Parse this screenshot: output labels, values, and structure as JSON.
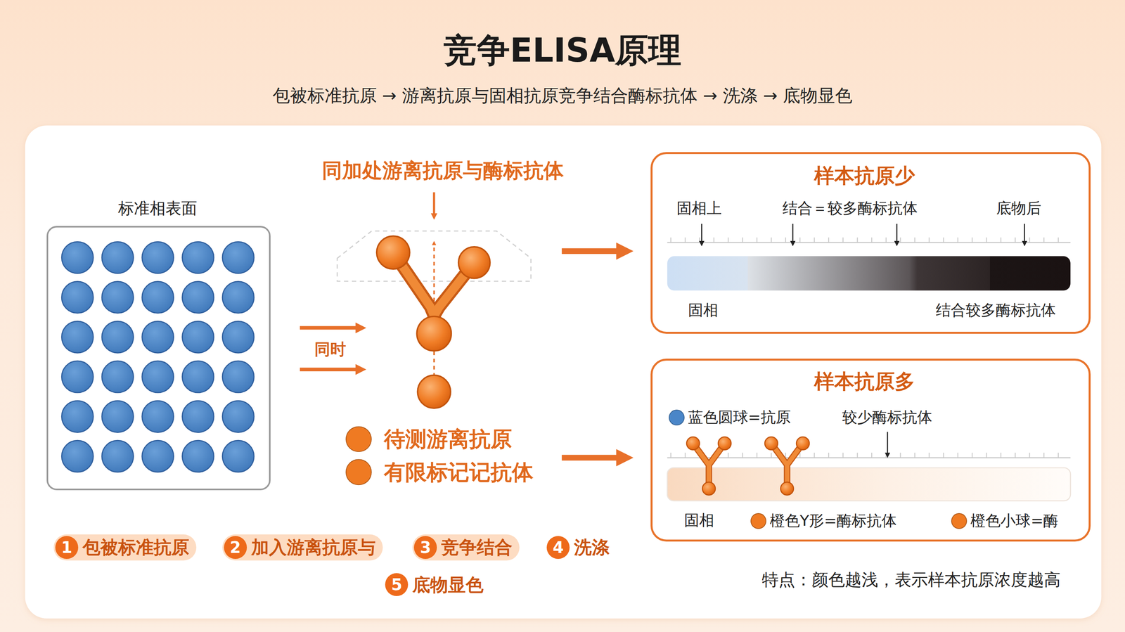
{
  "diagram": {
    "title": "竞争ELISA原理",
    "nodes": [
      {
        "text": [
          "标准相表面"
        ]
      },
      {
        "text": [
          "样本抗原少",
          "固相上",
          "结合＝较多酶标抗体",
          "底物后",
          "固相",
          "结合较多酶标抗体"
        ]
      },
      {
        "text": [
          "样本抗原多",
          "较少酶标抗体",
          "固相"
        ]
      },
      {
        "text": [
          "1",
          "包被标准抗原"
        ]
      },
      {
        "text": [
          "2",
          "加入游离抗原与"
        ]
      },
      {
        "text": [
          "3",
          "竞争结合"
        ]
      },
      {
        "text": [
          "4",
          "洗涤"
        ]
      },
      {
        "text": [
          "5",
          "底物显色"
        ]
      }
    ],
    "labels": [
      "包被标准抗原 → 游离抗原与固相抗原竞争结合酶标抗体 → 洗涤 → 底物显色",
      "同加处游离抗原与酶标抗体",
      "同时",
      "特点：颜色越浅，表示样本抗原浓度越高"
    ],
    "legend": [
      {
        "text": "待测游离抗原",
        "color": "#ef7a22"
      },
      {
        "text": "有限标记记抗体",
        "color": "#ef7a22"
      },
      {
        "text": "蓝色圆球=抗原",
        "color": "#4a86c8"
      },
      {
        "text": "橙色Y形=酶标抗体",
        "color": "#ef7a22"
      },
      {
        "text": "橙色小球=酶",
        "color": "#ef7a22"
      }
    ]
  }
}
